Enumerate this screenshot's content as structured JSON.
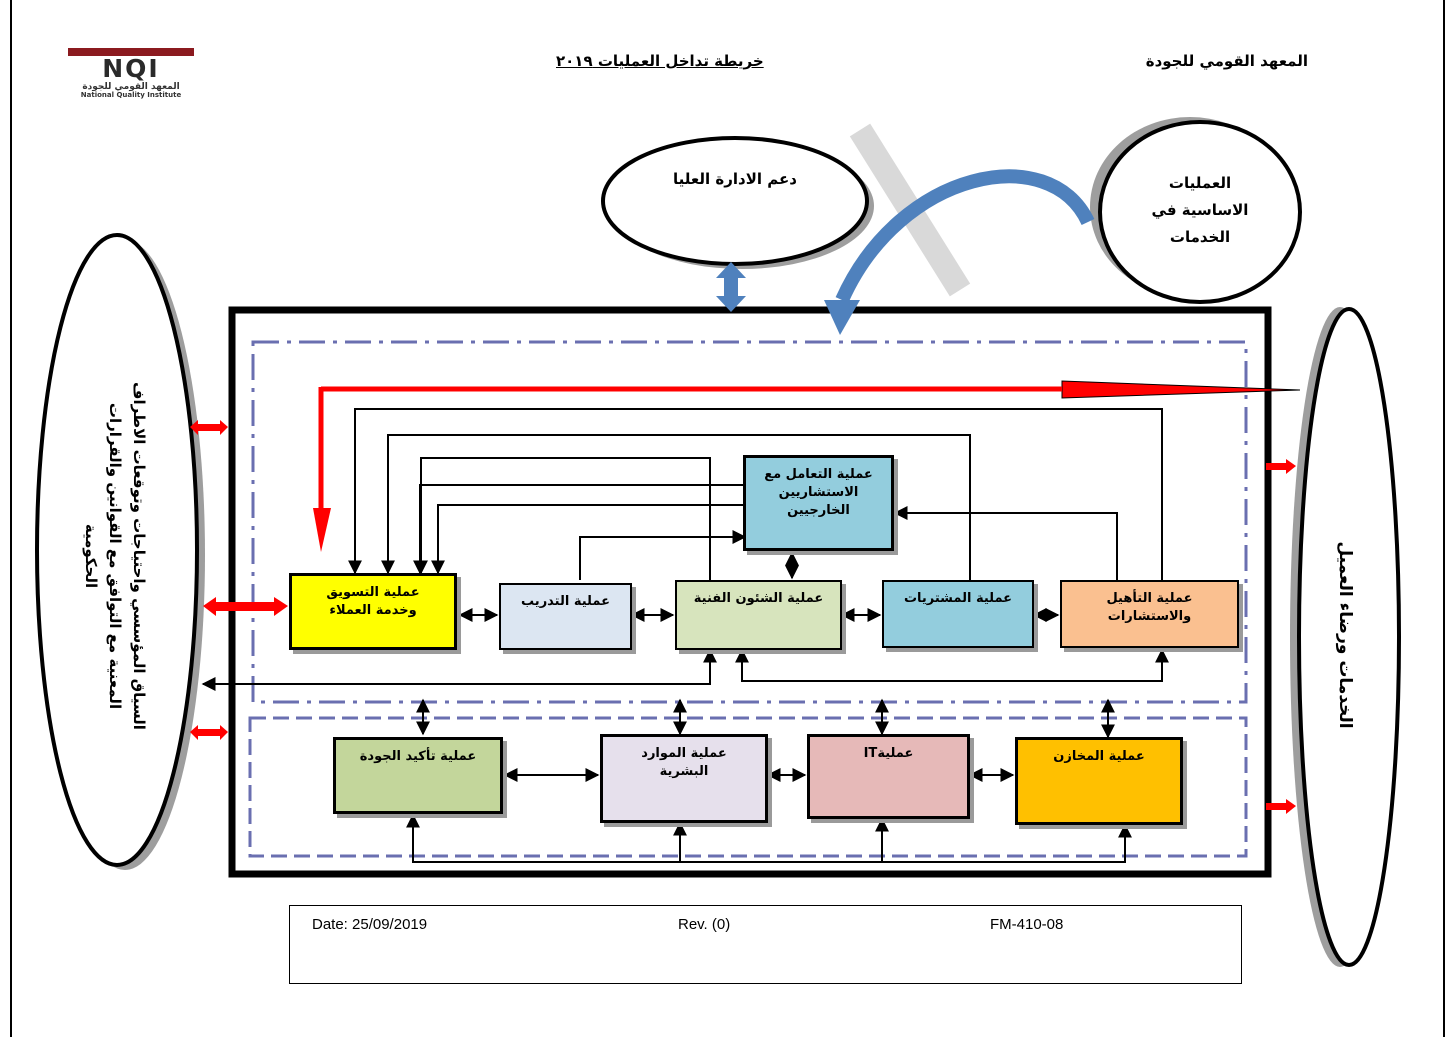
{
  "header": {
    "institute": "المعهد القومي للجودة",
    "title": "خريطة تداخل العمليات ٢٠١٩"
  },
  "logo": {
    "mark": "NQI",
    "arabic": "المعهد القومي للجودة",
    "english": "National Quality Institute"
  },
  "ellipses": {
    "top_management": "دعم الادارة العليا",
    "core_processes": [
      "العمليات",
      "الاساسية في",
      "الخدمات"
    ],
    "stakeholders": [
      "السياق المؤسسي واحتياجات وتوقعات الاطراف",
      "المعنية مع التوافق مع القوانين والقرارات",
      "الحكومية"
    ],
    "customer": "الخدمات ورضاء العميل"
  },
  "processes": {
    "external_consultants": [
      "عملية التعامل مع",
      "الاستشاريين",
      "الخارجيين"
    ],
    "marketing": [
      "عملية التسويق",
      "وخدمة العملاء"
    ],
    "training": "عملية التدريب",
    "technical_affairs": "عملية الشئون الفنية",
    "procurement": "عملية المشتريات",
    "qualification": [
      "عملية التأهيل",
      "والاستشارات"
    ],
    "quality_assurance": "عملية تأكيد الجودة",
    "human_resources": [
      "عملية الموارد",
      "البشرية"
    ],
    "it": "عمليةIT",
    "stores": "عملية المخازن"
  },
  "colors": {
    "marketing": "#ffff00",
    "training": "#dce6f2",
    "technical_affairs": "#d7e4bd",
    "procurement": "#93cddd",
    "qualification": "#fac090",
    "external_consultants": "#93cddd",
    "quality_assurance": "#c3d69b",
    "human_resources": "#e6e0ec",
    "it": "#e6b9b8",
    "stores": "#ffc000",
    "red_arrow": "#ff0000",
    "blue_arrow": "#4f81bd",
    "dashed_border": "#6666aa"
  },
  "footer": {
    "date": "Date: 25/09/2019",
    "rev": "Rev. (0)",
    "form": "FM-410-08"
  }
}
